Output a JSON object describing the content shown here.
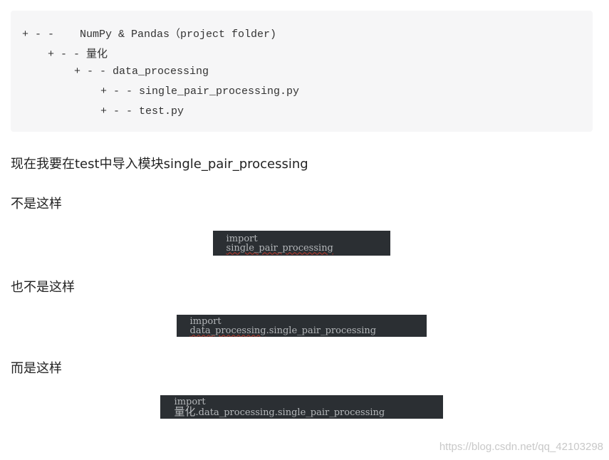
{
  "tree": {
    "lines": [
      "+ - -    NumPy & Pandas（project folder)",
      "+ - - 量化",
      "+ - - data_processing",
      "+ - - single_pair_processing.py",
      "+ - - test.py"
    ]
  },
  "paragraphs": {
    "intro": "现在我要在test中导入模块single_pair_processing",
    "not_this": "不是这样",
    "nor_this": "也不是这样",
    "but_this": "而是这样"
  },
  "code_shots": {
    "shot1": {
      "keyword": "import",
      "module": "single_pair_processing"
    },
    "shot2": {
      "keyword": "import",
      "pkg": "data_processing",
      "module": ".single_pair_processing"
    },
    "shot3": {
      "keyword": "import",
      "pkg": "量化",
      "rest": ".data_processing.single_pair_processing"
    }
  },
  "watermark": "https://blog.csdn.net/qq_42103298"
}
